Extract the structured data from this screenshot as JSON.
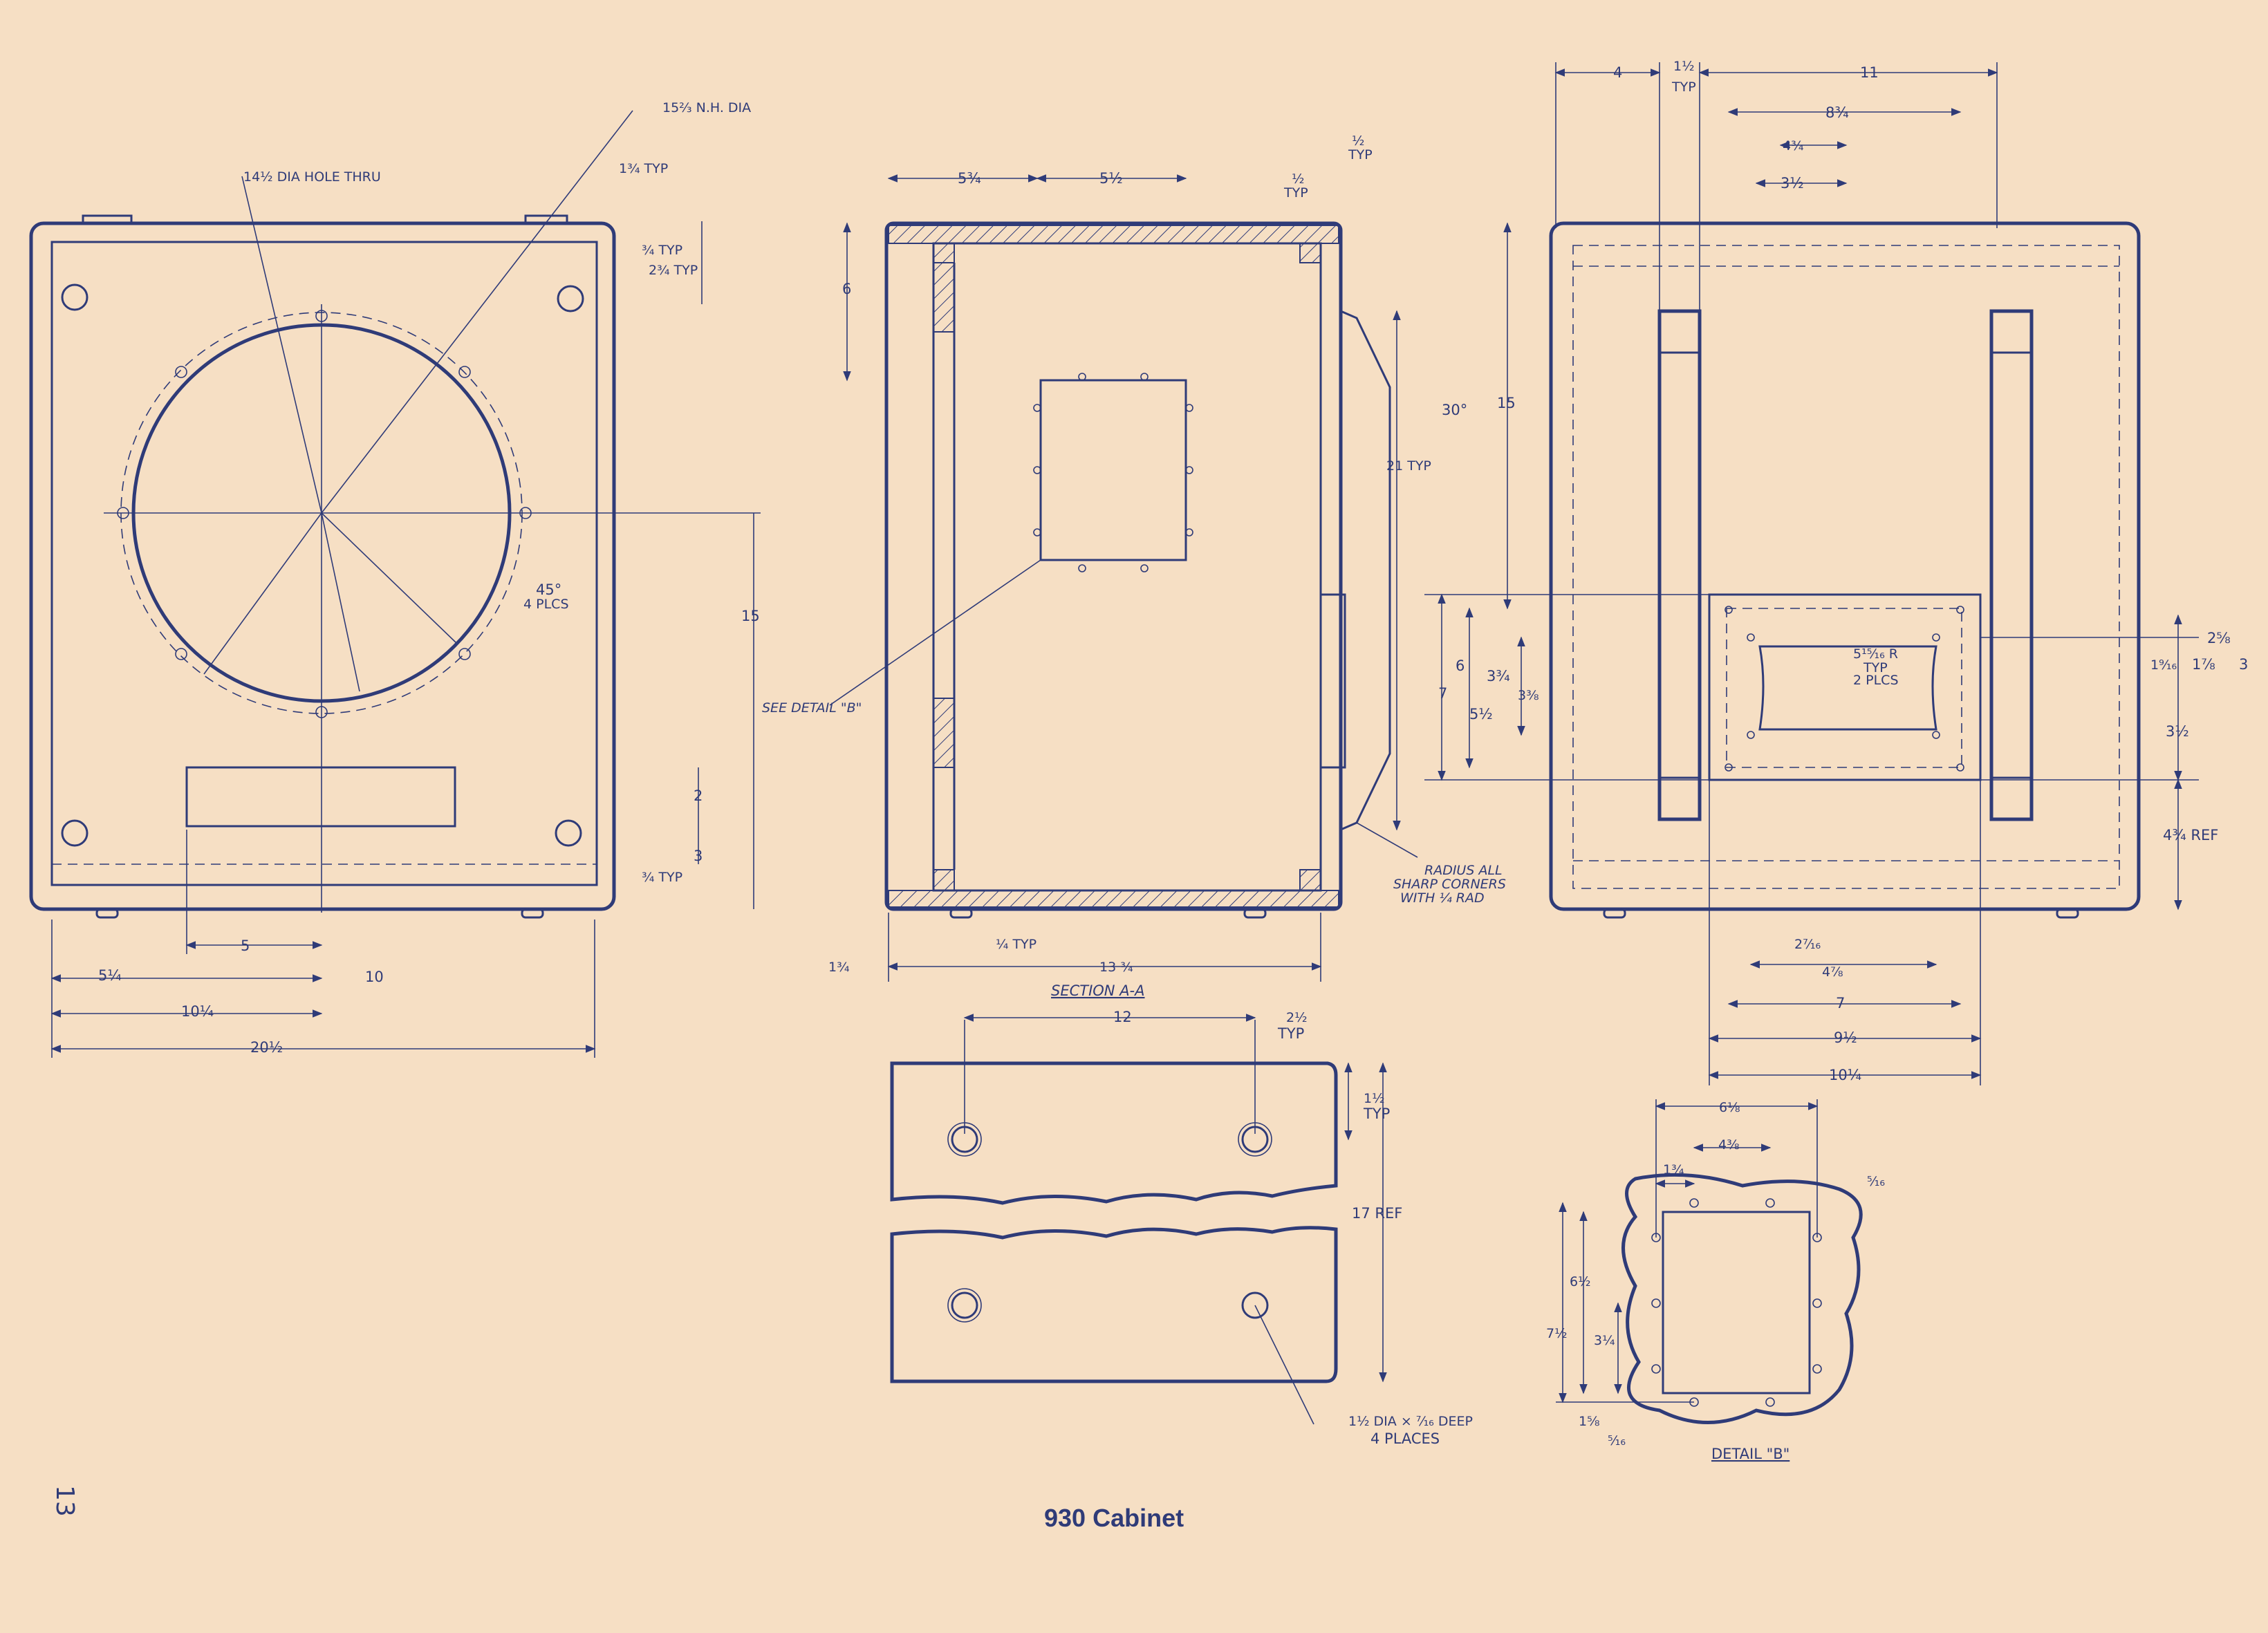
{
  "caption": "930 Cabinet",
  "page_number": "13",
  "colors": {
    "paper": "#f6dfc4",
    "ink": "#2f3b78"
  },
  "front_view": {
    "callouts": [
      "15⅔ N.H. DIA",
      "14½ DIA HOLE THRU",
      "1¾ TYP",
      "¾ TYP",
      "2¾ TYP",
      "45°",
      "4 PLCS",
      "¾ TYP"
    ],
    "dims": [
      "15",
      "2",
      "3",
      "5",
      "5¼",
      "10",
      "10¼",
      "20½"
    ]
  },
  "section_view": {
    "title": "SECTION A-A",
    "callouts": [
      "½",
      "TYP",
      "½",
      "TYP",
      "30°",
      "21 TYP",
      "SEE DETAIL \"B\"",
      "RADIUS ALL",
      "SHARP CORNERS",
      "WITH ¼ RAD",
      "¼ TYP"
    ],
    "dims": [
      "5¾",
      "5½",
      "6",
      "1¾",
      "13 ¾"
    ]
  },
  "rear_view": {
    "callouts": [
      "1½",
      "TYP",
      "5¹⁵⁄₁₆ R",
      "TYP",
      "2 PLCS",
      "4¾ REF"
    ],
    "dims": [
      "4",
      "11",
      "8¾",
      "4¾",
      "3½",
      "15",
      "6",
      "7",
      "3¾",
      "3⅜",
      "5½",
      "2⅝",
      "1⁹⁄₁₆",
      "1⅞",
      "3",
      "3½",
      "2⁷⁄₁₆",
      "4⅞",
      "7",
      "9½",
      "10¼"
    ]
  },
  "cleat": {
    "callouts": [
      "2½",
      "TYP",
      "1½",
      "TYP",
      "17 REF",
      "1½ DIA × ⁷⁄₁₆ DEEP",
      "4 PLACES"
    ],
    "dims": [
      "12"
    ]
  },
  "detail_b": {
    "title": "DETAIL \"B\"",
    "dims": [
      "6⅛",
      "4⅜",
      "1¾",
      "⁵⁄₁₆",
      "6½",
      "7½",
      "3¼",
      "1⅝",
      "⁵⁄₁₆"
    ]
  }
}
